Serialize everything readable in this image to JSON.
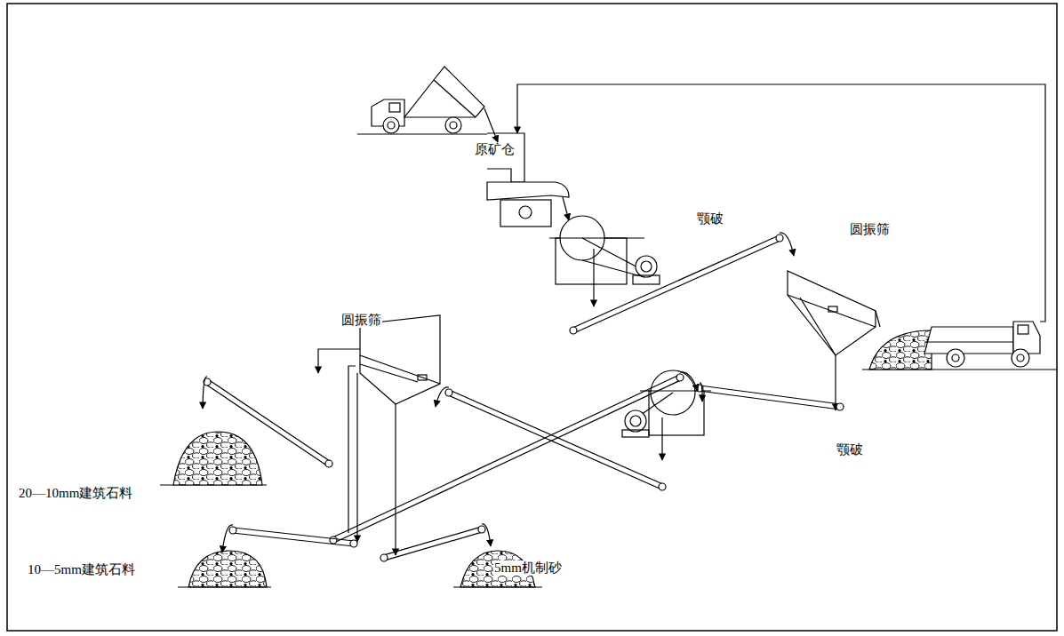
{
  "diagram": {
    "labels": [
      "原矿仓",
      "颚破",
      "圆振筛",
      "颚破",
      "圆振筛",
      "20—10mm建筑石料",
      "10—5mm建筑石料",
      "5mm机制砂"
    ]
  }
}
